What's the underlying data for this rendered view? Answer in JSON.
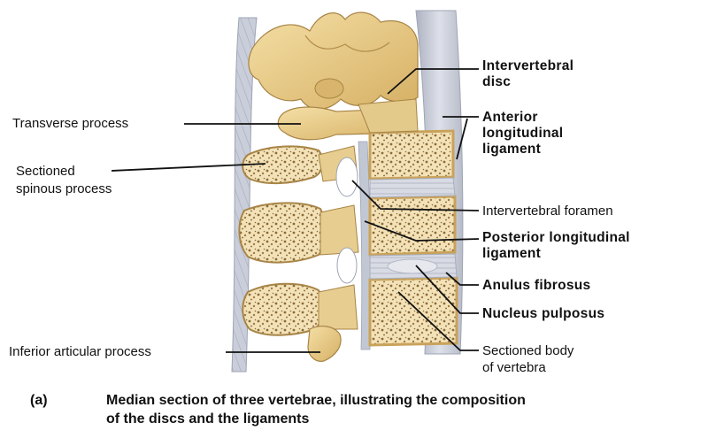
{
  "labels": {
    "intervertebral_disc": [
      "Intervertebral",
      "disc"
    ],
    "anterior_longitudinal_ligament": [
      "Anterior",
      "longitudinal",
      "ligament"
    ],
    "transverse_process": "Transverse process",
    "sectioned_spinous_process": [
      "Sectioned",
      "spinous process"
    ],
    "intervertebral_foramen": "Intervertebral foramen",
    "posterior_longitudinal_ligament": [
      "Posterior longitudinal",
      "ligament"
    ],
    "anulus_fibrosus": "Anulus fibrosus",
    "nucleus_pulposus": "Nucleus pulposus",
    "inferior_articular_process": "Inferior articular process",
    "sectioned_body_of_vertebra": [
      "Sectioned body",
      "of vertebra"
    ]
  },
  "caption": {
    "panel": "(a)",
    "lines": [
      "Median section of three vertebrae, illustrating the composition",
      "of the discs and the ligaments"
    ]
  },
  "colors": {
    "bone": "#e9cf8f",
    "bone_shade": "#c9a25a",
    "spongy": "#f3e2b8",
    "spongy_dots": "#8a6a3a",
    "ligament": "#c7ccd8",
    "disc": "#d4d8e2",
    "leader": "#111111"
  }
}
